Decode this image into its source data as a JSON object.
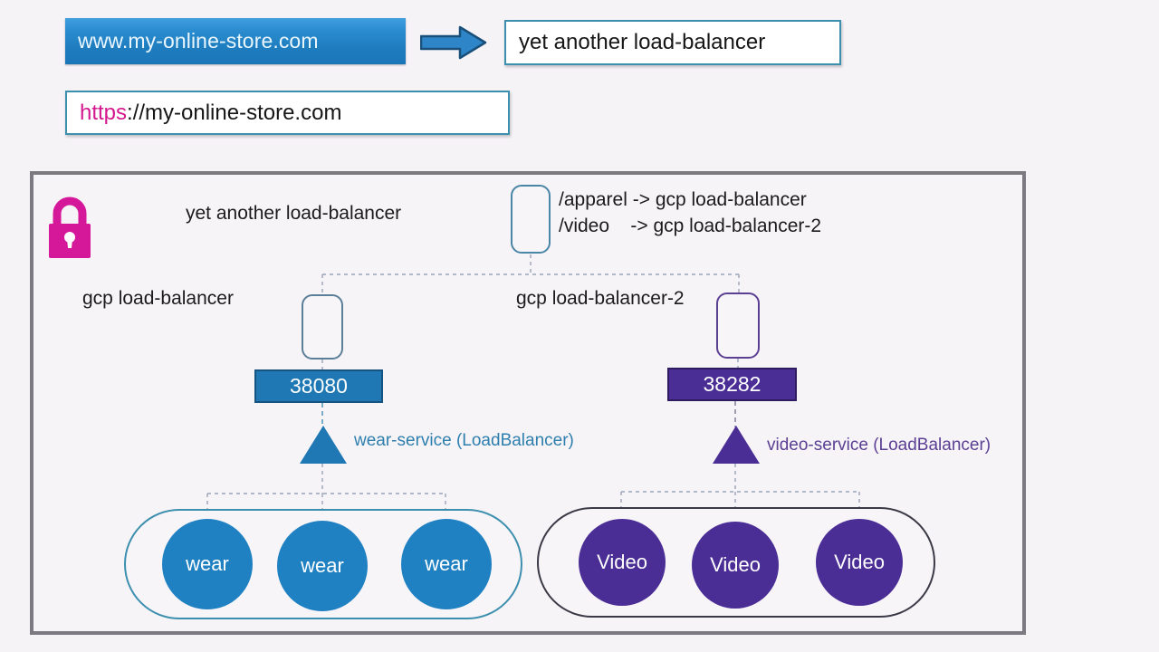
{
  "header": {
    "url_chip": "www.my-online-store.com",
    "arrow_icon": "right-arrow-icon",
    "load_balancer_box": "yet another load-balancer",
    "https_scheme": "https",
    "https_rest": "://my-online-store.com"
  },
  "diagram": {
    "lock_icon": "lock-icon",
    "ingress_label": "yet another load-balancer",
    "rules": "/apparel -> gcp load-balancer\n/video    -> gcp load-balancer-2",
    "lb1_label": "gcp load-balancer",
    "lb2_label": "gcp load-balancer-2",
    "port1": "38080",
    "port2": "38282",
    "service1": "wear-service (LoadBalancer)",
    "service2": "video-service (LoadBalancer)",
    "wear_pods": [
      "wear",
      "wear",
      "wear"
    ],
    "video_pods": [
      "Video",
      "Video",
      "Video"
    ]
  },
  "colors": {
    "page_bg": "#f6f3f7",
    "chip_blue": "#1f7ec0",
    "magenta": "#d5178f",
    "teal_border": "#3d8fae",
    "blue_accent": "#1f78b4",
    "purple_accent": "#4b2e95",
    "frame_gray": "#7c7a80",
    "service1_text": "#2e7fad",
    "service2_text": "#5b3f93",
    "wire_gray": "#9aa3b5"
  }
}
